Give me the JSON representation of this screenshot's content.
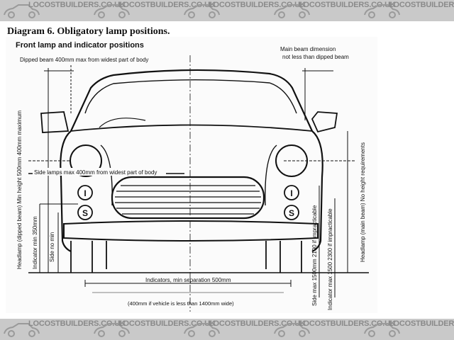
{
  "watermark": {
    "text": "LOCOSTBUILDERS.CO.UK",
    "tiles": 5
  },
  "diagram": {
    "heading": "Diagram 6. Obligatory lamp positions.",
    "subheading": "Front lamp and indicator positions",
    "labels": {
      "dipped_beam": "Dipped beam 400mm max from widest part of body",
      "main_beam_1": "Main beam dimension",
      "main_beam_2": "not less than dipped beam",
      "side_lamps": "Side lamps max 400mm from widest part of body",
      "headlamp_left": "Headlamp (dipped beam) Min height 500mm 400mm maximum",
      "indicator_min": "Indicator min 350mm",
      "side_no_min": "Side no min",
      "indicators_sep": "Indicators, min separation 500mm",
      "narrow_note": "(400mm if vehicle is less than 1400mm wide)",
      "side_max": "Side max 1500mm 2100 if impracticable",
      "indicator_max": "Indicator max 1500 2300 if impracticable",
      "headlamp_right": "Headlamp (main beam) No height requirements",
      "lamp_i": "I",
      "lamp_s": "S"
    }
  },
  "colors": {
    "ink": "#111111",
    "banner_bg": "#c9c9c9",
    "watermark": "#8a8a8a"
  }
}
